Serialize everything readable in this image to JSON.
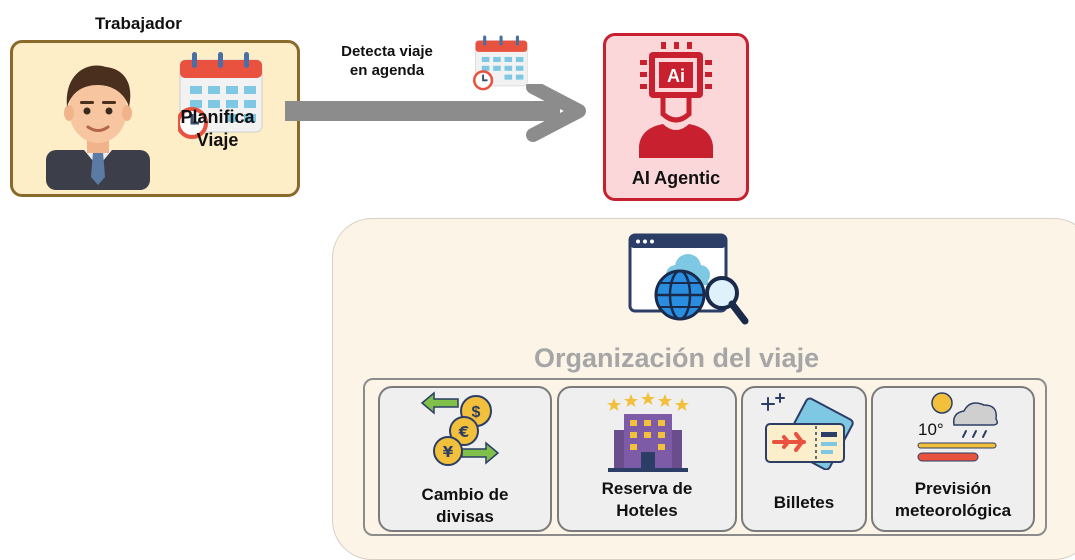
{
  "worker": {
    "title": "Trabajador",
    "action_line1": "Planifica",
    "action_line2": "Viaje"
  },
  "arrow": {
    "label_line1": "Detecta viaje",
    "label_line2": "en agenda"
  },
  "agent": {
    "label": "AI Agentic",
    "chip_text": "Ai"
  },
  "organization": {
    "title": "Organización del viaje",
    "services": [
      {
        "line1": "Cambio de",
        "line2": "divisas"
      },
      {
        "line1": "Reserva de",
        "line2": "Hoteles"
      },
      {
        "line1": "Billetes",
        "line2": ""
      },
      {
        "line1": "Previsión",
        "line2": "meteorológica"
      }
    ],
    "weather_temperature": "10°"
  },
  "colors": {
    "worker_fill": "#fdeec8",
    "worker_border": "#8a6a2c",
    "agent_fill": "#fbd7d9",
    "agent_border": "#c8202f",
    "arrow": "#8c8c8c",
    "panel_fill": "#fbf4e7",
    "title_grey": "#a6a6a6"
  }
}
